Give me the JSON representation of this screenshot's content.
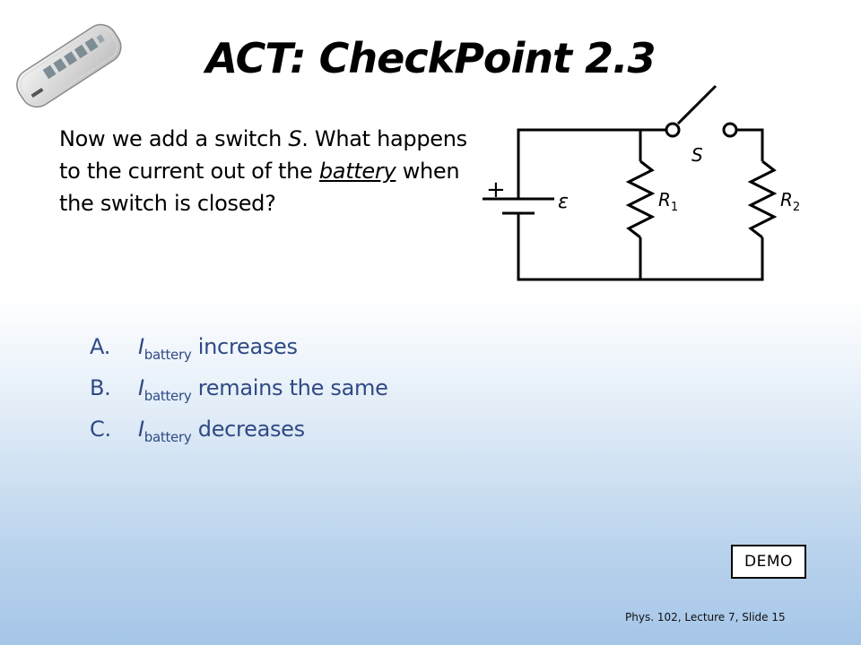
{
  "slide": {
    "title": "ACT: CheckPoint 2.3",
    "question": {
      "part1": "Now we add a switch ",
      "switch_symbol": "S",
      "part2": ". What happens to the current out of the ",
      "underlined": "battery",
      "part3": " when the switch is closed?"
    },
    "circuit": {
      "plus": "+",
      "emf": "ε",
      "switch": "S",
      "r1": "R",
      "r1_sub": "1",
      "r2": "R",
      "r2_sub": "2"
    },
    "choices": [
      {
        "letter": "A.",
        "symbol": "I",
        "subscript": "battery",
        "text": " increases"
      },
      {
        "letter": "B.",
        "symbol": "I",
        "subscript": "battery",
        "text": " remains the same"
      },
      {
        "letter": "C.",
        "symbol": "I",
        "subscript": "battery",
        "text": " decreases"
      }
    ],
    "demo_label": "DEMO",
    "footer": "Phys. 102, Lecture 7, Slide 15",
    "colors": {
      "choice_text": "#2f4a85"
    }
  }
}
